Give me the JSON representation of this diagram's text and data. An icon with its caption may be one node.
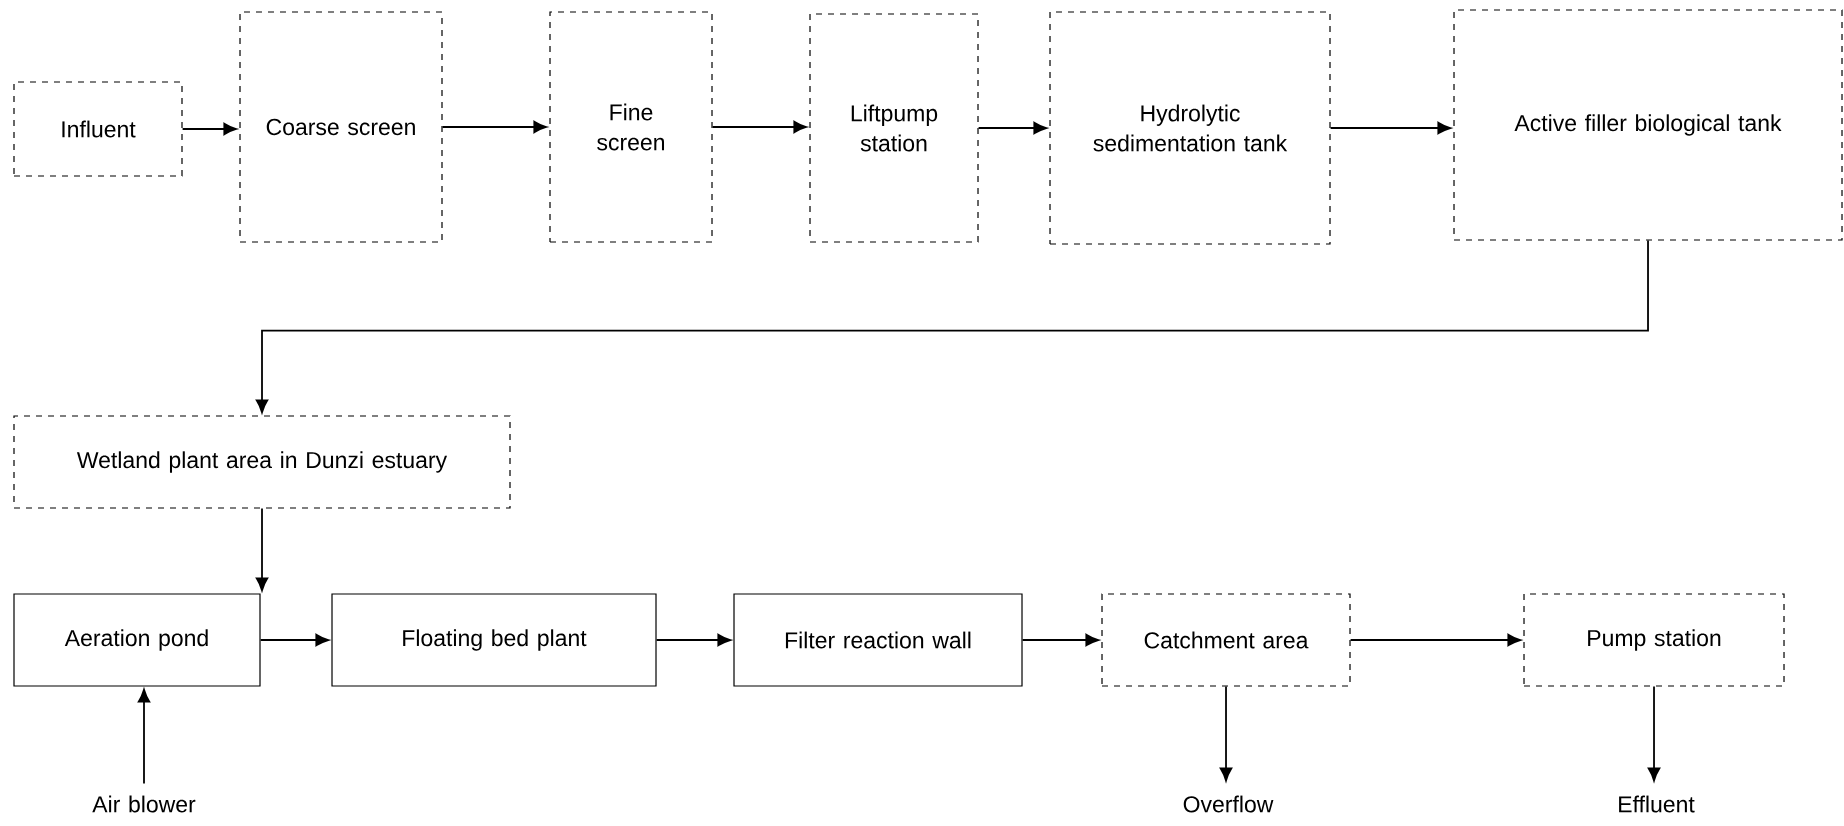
{
  "diagram": {
    "nodes": [
      {
        "text": [
          "Influent"
        ]
      },
      {
        "text": [
          "Coarse screen"
        ]
      },
      {
        "text": [
          "Fine screen"
        ]
      },
      {
        "text": [
          "Liftpump station"
        ]
      },
      {
        "text": [
          "Hydrolytic sedimentation tank"
        ]
      },
      {
        "text": [
          "Active filler biological tank"
        ]
      },
      {
        "text": [
          "Wetland plant area in Dunzi estuary"
        ]
      },
      {
        "text": [
          "Aeration pond"
        ]
      },
      {
        "text": [
          "Floating bed plant"
        ]
      },
      {
        "text": [
          "Filter reaction wall"
        ]
      },
      {
        "text": [
          "Catchment area"
        ]
      },
      {
        "text": [
          "Pump station"
        ]
      },
      {
        "text": [
          "Air blower"
        ]
      },
      {
        "text": [
          "Overflow"
        ]
      },
      {
        "text": [
          "Effluent"
        ]
      }
    ],
    "edges": [
      {
        "from": 0,
        "to": 1,
        "arrow": "to"
      },
      {
        "from": 1,
        "to": 2,
        "arrow": "to"
      },
      {
        "from": 2,
        "to": 3,
        "arrow": "to"
      },
      {
        "from": 3,
        "to": 4,
        "arrow": "to"
      },
      {
        "from": 4,
        "to": 5,
        "arrow": "to"
      },
      {
        "from": 5,
        "to": 6,
        "arrow": "to"
      },
      {
        "from": 6,
        "to": 7,
        "arrow": "to"
      },
      {
        "from": 7,
        "to": 8,
        "arrow": "to"
      },
      {
        "from": 8,
        "to": 9,
        "arrow": "to"
      },
      {
        "from": 9,
        "to": 10,
        "arrow": "to"
      },
      {
        "from": 10,
        "to": 11,
        "arrow": "to"
      },
      {
        "from": 12,
        "to": 7,
        "arrow": "to"
      },
      {
        "from": 10,
        "to": 13,
        "arrow": "to"
      },
      {
        "from": 11,
        "to": 14,
        "arrow": "to"
      }
    ]
  }
}
